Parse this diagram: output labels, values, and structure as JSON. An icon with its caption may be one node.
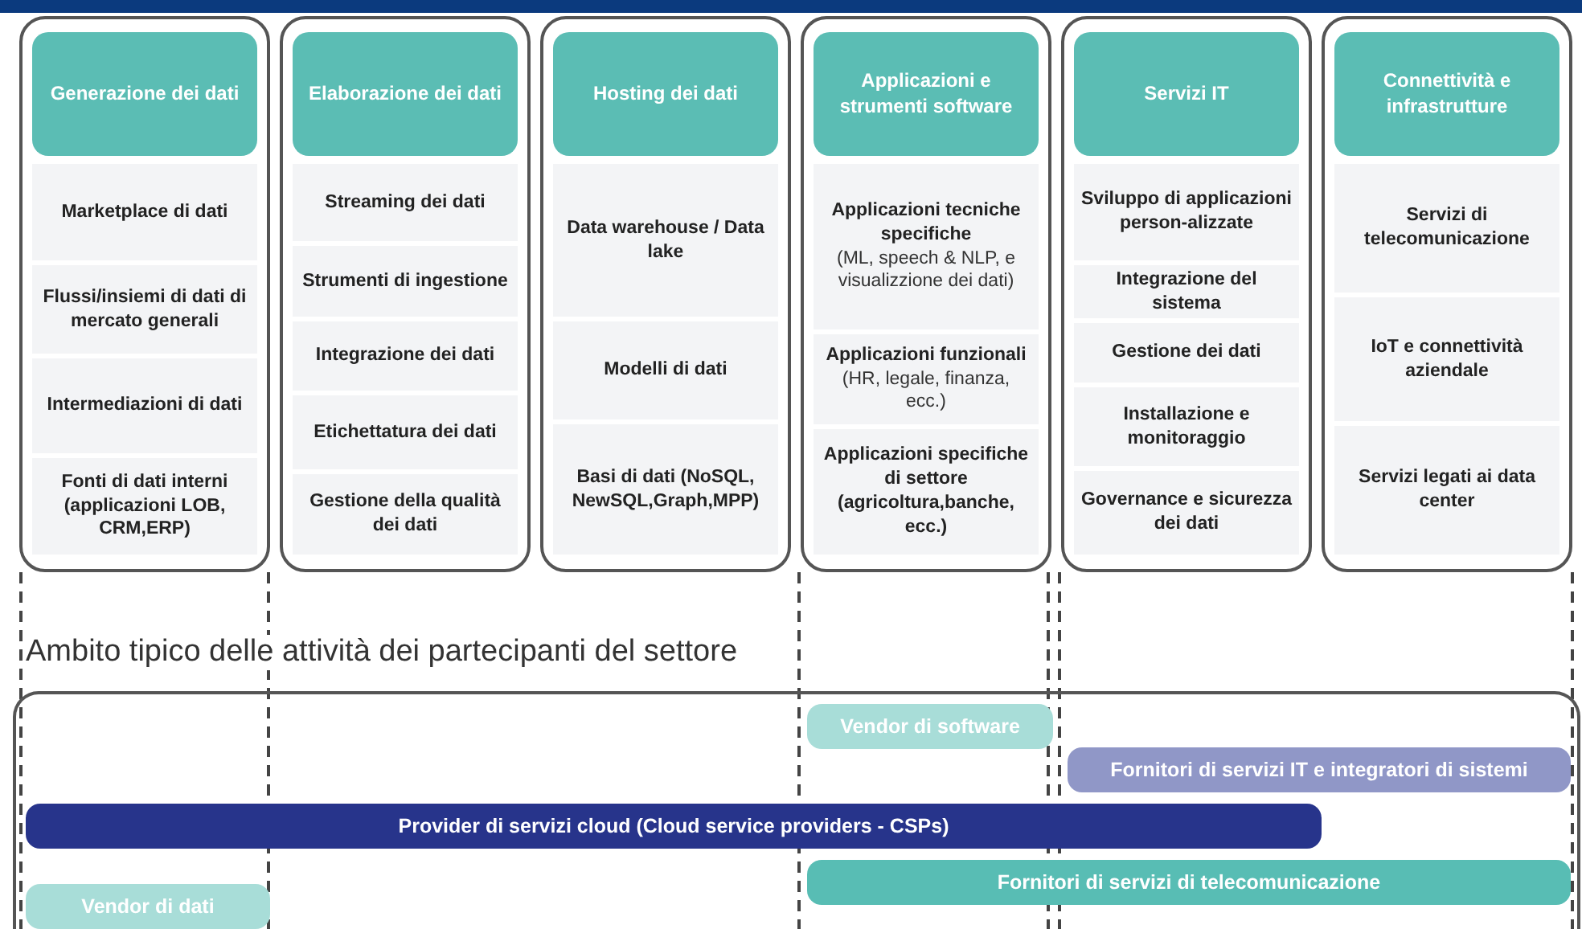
{
  "diagram": {
    "nodes": [
      {
        "text": [],
        "shape": "box"
      },
      {
        "text": [
          "Generazione dei dati"
        ],
        "in": 0
      },
      {
        "text": [
          "Marketplace di dati"
        ],
        "in": 0
      },
      {
        "text": [
          "Flussi/insiemi di dati di mercato generali"
        ],
        "in": 0
      },
      {
        "text": [
          "Intermediazioni di dati"
        ],
        "in": 0
      },
      {
        "text": [
          "Fonti di dati interni (applicazioni LOB, CRM,ERP)"
        ],
        "in": 0
      },
      {
        "text": [],
        "shape": "box"
      },
      {
        "text": [
          "Elaborazione dei dati"
        ],
        "in": 6
      },
      {
        "text": [
          "Streaming dei dati"
        ],
        "in": 6
      },
      {
        "text": [
          "Strumenti di ingestione"
        ],
        "in": 6
      },
      {
        "text": [
          "Integrazione dei dati"
        ],
        "in": 6
      },
      {
        "text": [
          "Etichettatura dei dati"
        ],
        "in": 6
      },
      {
        "text": [
          "Gestione della qualità dei dati"
        ],
        "in": 6
      },
      {
        "text": [],
        "shape": "box"
      },
      {
        "text": [
          "Hosting dei dati"
        ],
        "in": 13
      },
      {
        "text": [
          "Data warehouse / Data lake"
        ],
        "in": 13
      },
      {
        "text": [
          "Modelli di dati"
        ],
        "in": 13
      },
      {
        "text": [
          "Basi di dati (NoSQL, NewSQL,Graph,MPP)"
        ],
        "in": 13
      },
      {
        "text": [],
        "shape": "box"
      },
      {
        "text": [
          "Applicazioni e strumenti software"
        ],
        "in": 18
      },
      {
        "text": [
          "Applicazioni tecniche specifiche",
          "(ML, speech & NLP, e visualizzione dei dati)"
        ],
        "in": 18
      },
      {
        "text": [
          "Applicazioni funzionali",
          "(HR, legale, finanza, ecc.)"
        ],
        "in": 18
      },
      {
        "text": [
          "Applicazioni specifiche di settore (agricoltura,banche, ecc.)"
        ],
        "in": 18
      },
      {
        "text": [],
        "shape": "box"
      },
      {
        "text": [
          "Servizi IT"
        ],
        "in": 23
      },
      {
        "text": [
          "Sviluppo di applicazioni person-alizzate"
        ],
        "in": 23
      },
      {
        "text": [
          "Integrazione del sistema"
        ],
        "in": 23
      },
      {
        "text": [
          "Gestione dei dati"
        ],
        "in": 23
      },
      {
        "text": [
          "Installazione e monitoraggio"
        ],
        "in": 23
      },
      {
        "text": [
          "Governance e sicurezza dei dati"
        ],
        "in": 23
      },
      {
        "text": [],
        "shape": "box"
      },
      {
        "text": [
          "Connettività e infrastrutture"
        ],
        "in": 30
      },
      {
        "text": [
          "Servizi di telecomunicazione"
        ],
        "in": 30
      },
      {
        "text": [
          "IoT e connettività aziendale"
        ],
        "in": 30
      },
      {
        "text": [
          "Servizi legati ai data center"
        ],
        "in": 30
      },
      {
        "text": [],
        "shape": "box"
      },
      {
        "text": [
          "Vendor di software"
        ],
        "in": 35
      },
      {
        "text": [
          "Fornitori di servizi IT e integratori di sistemi"
        ],
        "in": 35
      },
      {
        "text": [
          "Provider di servizi cloud (Cloud service providers - CSPs)"
        ],
        "in": 35
      },
      {
        "text": [
          "Fornitori di servizi di telecomunicazione"
        ],
        "in": 35
      },
      {
        "text": [
          "Vendor di dati"
        ],
        "in": 35
      }
    ],
    "labels": [
      "Ambito tipico delle attività dei partecipanti del settore"
    ]
  }
}
